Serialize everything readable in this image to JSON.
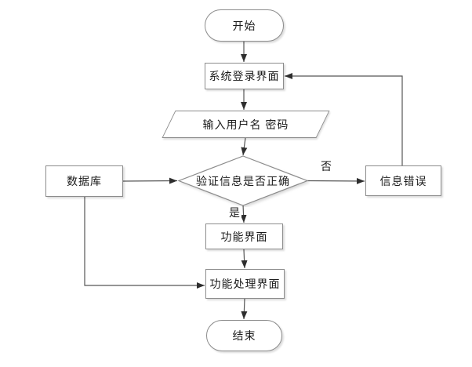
{
  "diagram": {
    "nodes": {
      "start": {
        "label": "开始",
        "shape": "terminator"
      },
      "login": {
        "label": "系统登录界面",
        "shape": "process"
      },
      "input": {
        "label": "输入用户名 密码",
        "shape": "data"
      },
      "verify": {
        "label": "验证信息是否正确",
        "shape": "decision"
      },
      "database": {
        "label": "数据库",
        "shape": "process"
      },
      "error": {
        "label": "信息错误",
        "shape": "process"
      },
      "function": {
        "label": "功能界面",
        "shape": "process"
      },
      "process": {
        "label": "功能处理界面",
        "shape": "process"
      },
      "end": {
        "label": "结束",
        "shape": "terminator"
      }
    },
    "edge_labels": {
      "no": "否",
      "yes": "是"
    },
    "edges": [
      {
        "from": "start",
        "to": "login",
        "label": ""
      },
      {
        "from": "login",
        "to": "input",
        "label": ""
      },
      {
        "from": "input",
        "to": "verify",
        "label": ""
      },
      {
        "from": "database",
        "to": "verify",
        "label": ""
      },
      {
        "from": "verify",
        "to": "error",
        "label": "否"
      },
      {
        "from": "error",
        "to": "login",
        "label": ""
      },
      {
        "from": "verify",
        "to": "function",
        "label": "是"
      },
      {
        "from": "function",
        "to": "process",
        "label": ""
      },
      {
        "from": "database",
        "to": "process",
        "label": ""
      },
      {
        "from": "process",
        "to": "end",
        "label": ""
      }
    ],
    "colors": {
      "background": "#ffffff",
      "shape_border": "#8c8c8c",
      "shape_fill": "#ffffff",
      "connector": "#565656",
      "arrowhead": "#2e2e2e",
      "text": "#1c1c1c"
    }
  }
}
